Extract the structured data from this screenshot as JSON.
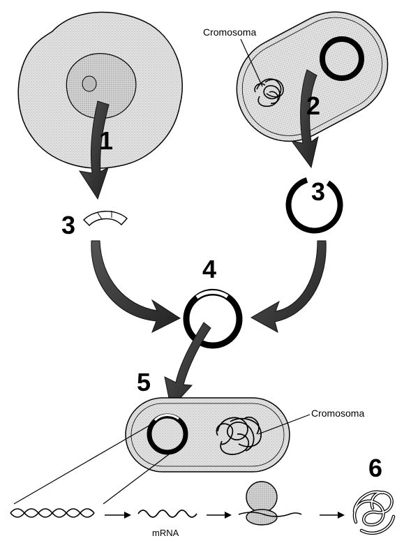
{
  "labels": {
    "step1": "1",
    "step2": "2",
    "step3_fragment": "3",
    "step3_plasmid": "3",
    "step4": "4",
    "step5": "5",
    "step6": "6",
    "chromosome_top": "Cromosoma",
    "chromosome_bottom": "Cromosoma",
    "mrna": "mRNA"
  },
  "colors": {
    "ink": "#000000",
    "dark_arrow": "#3a3a3a",
    "cell_fill": "#dcdcdc",
    "nucleus_fill": "#d0d0d0",
    "ribosome_fill": "#bdbdbd",
    "background": "#ffffff"
  },
  "icons": {
    "eukaryotic_cell": "eukaryotic-cell-icon",
    "bacterium": "bacterium-icon",
    "plasmid": "plasmid-icon",
    "gene_fragment": "gene-fragment-icon",
    "recombinant_plasmid": "recombinant-plasmid-icon",
    "dna_helix": "dna-helix-icon",
    "ribosome": "ribosome-icon",
    "protein": "folded-protein-icon"
  }
}
